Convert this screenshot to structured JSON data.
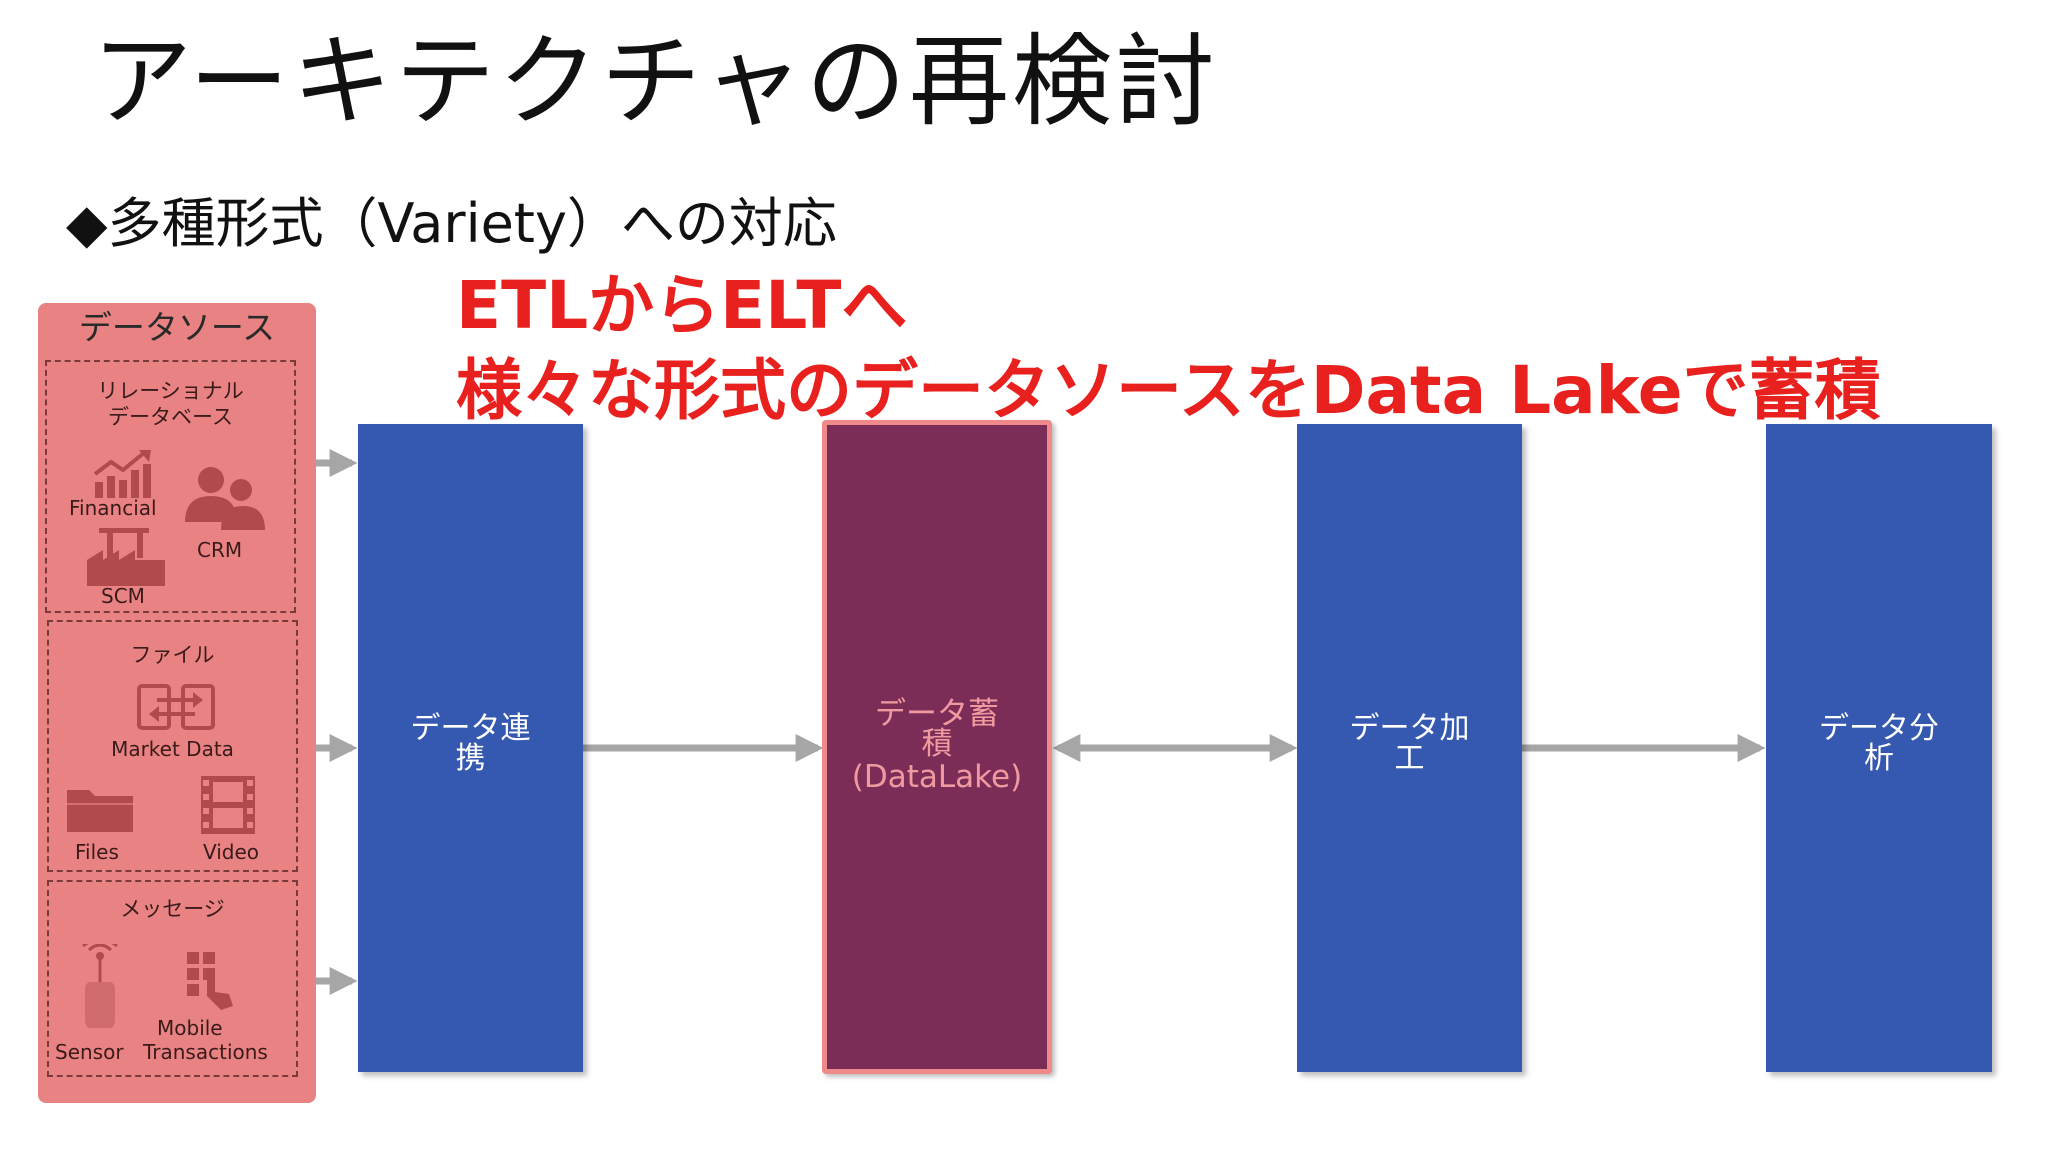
{
  "slide": {
    "title": "アーキテクチャの再検討",
    "subtitle": "◆多種形式（Variety）への対応",
    "highlight_line1": "ETLからELTへ",
    "highlight_line2": "様々な形式のデータソースをData Lakeで蓄積"
  },
  "sources": {
    "title": "データソース",
    "relational": {
      "label_line1": "リレーショナル",
      "label_line2": "データベース",
      "items": [
        "Financial",
        "CRM",
        "SCM"
      ]
    },
    "files": {
      "label": "ファイル",
      "items": [
        "Market Data",
        "Files",
        "Video"
      ]
    },
    "messages": {
      "label": "メッセージ",
      "items": [
        "Sensor",
        "Mobile",
        "Transactions"
      ]
    }
  },
  "pipeline": {
    "integrate_line1": "データ連",
    "integrate_line2": "携",
    "store_line1": "データ蓄",
    "store_line2": "積",
    "store_line3": "(DataLake)",
    "process_line1": "データ加",
    "process_line2": "工",
    "analyze_line1": "データ分",
    "analyze_line2": "析"
  },
  "colors": {
    "accent_red": "#e8201e",
    "box_blue": "#3558b0",
    "datalake_purple": "#7b2d58",
    "source_panel": "#e98383",
    "arrow_gray": "#a6a6a6"
  }
}
